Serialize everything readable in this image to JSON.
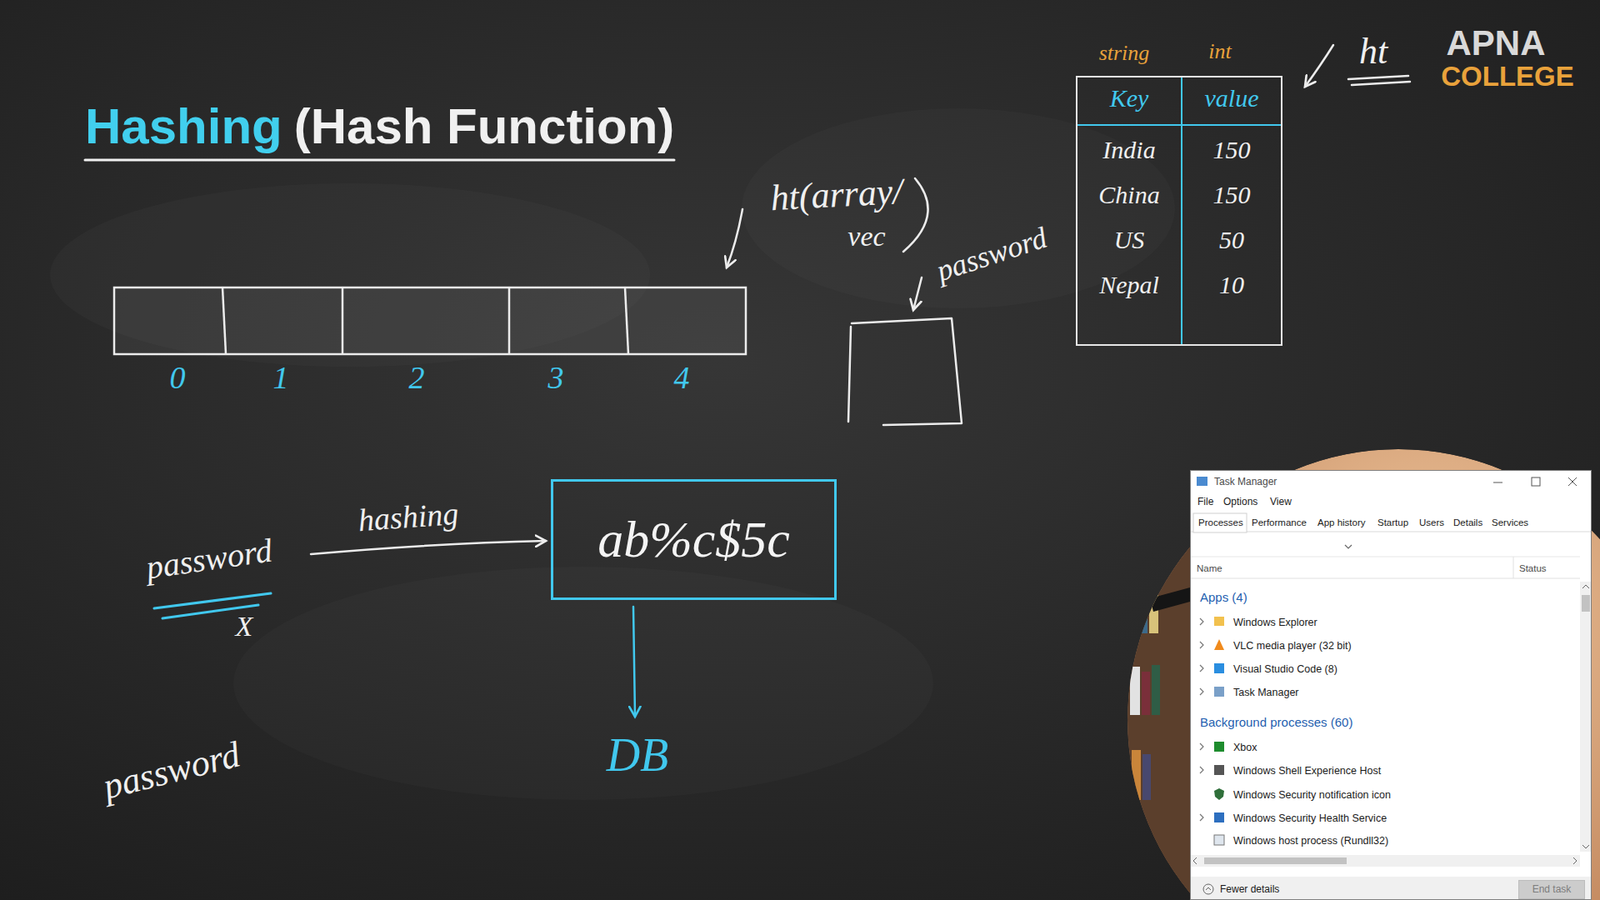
{
  "diagram": {
    "title": "Hashing",
    "nodes": [
      {
        "text": [
          "Key",
          "value",
          "India",
          "150",
          "China",
          "150",
          "US",
          "50",
          "Nepal",
          "10"
        ]
      },
      {
        "text": [
          "ab%c$5c"
        ]
      },
      {
        "text": [
          "Task Manager",
          "File",
          "Options",
          "View",
          "Processes",
          "Performance",
          "App history",
          "Startup",
          "Users",
          "Details",
          "Services",
          "Name",
          "Status",
          "Apps (4)",
          "Windows Explorer",
          "VLC media player (32 bit)",
          "Visual Studio Code (8)",
          "Task Manager",
          "Background processes (60)",
          "Xbox",
          "Windows Shell Experience Host",
          "Windows Security notification icon",
          "Windows Security Health Service",
          "Windows host process (Rundll32)",
          "Fewer details"
        ]
      },
      {
        "text": [
          "End task"
        ],
        "in": 2
      }
    ],
    "labels": [
      "(Hash Function)",
      "APNA",
      "COLLEGE",
      "string",
      "int",
      "ht",
      "ht(array/",
      "vec",
      "password",
      "0",
      "1",
      "2",
      "3",
      "4",
      "hashing",
      "password",
      "X",
      "DB",
      "password"
    ]
  }
}
